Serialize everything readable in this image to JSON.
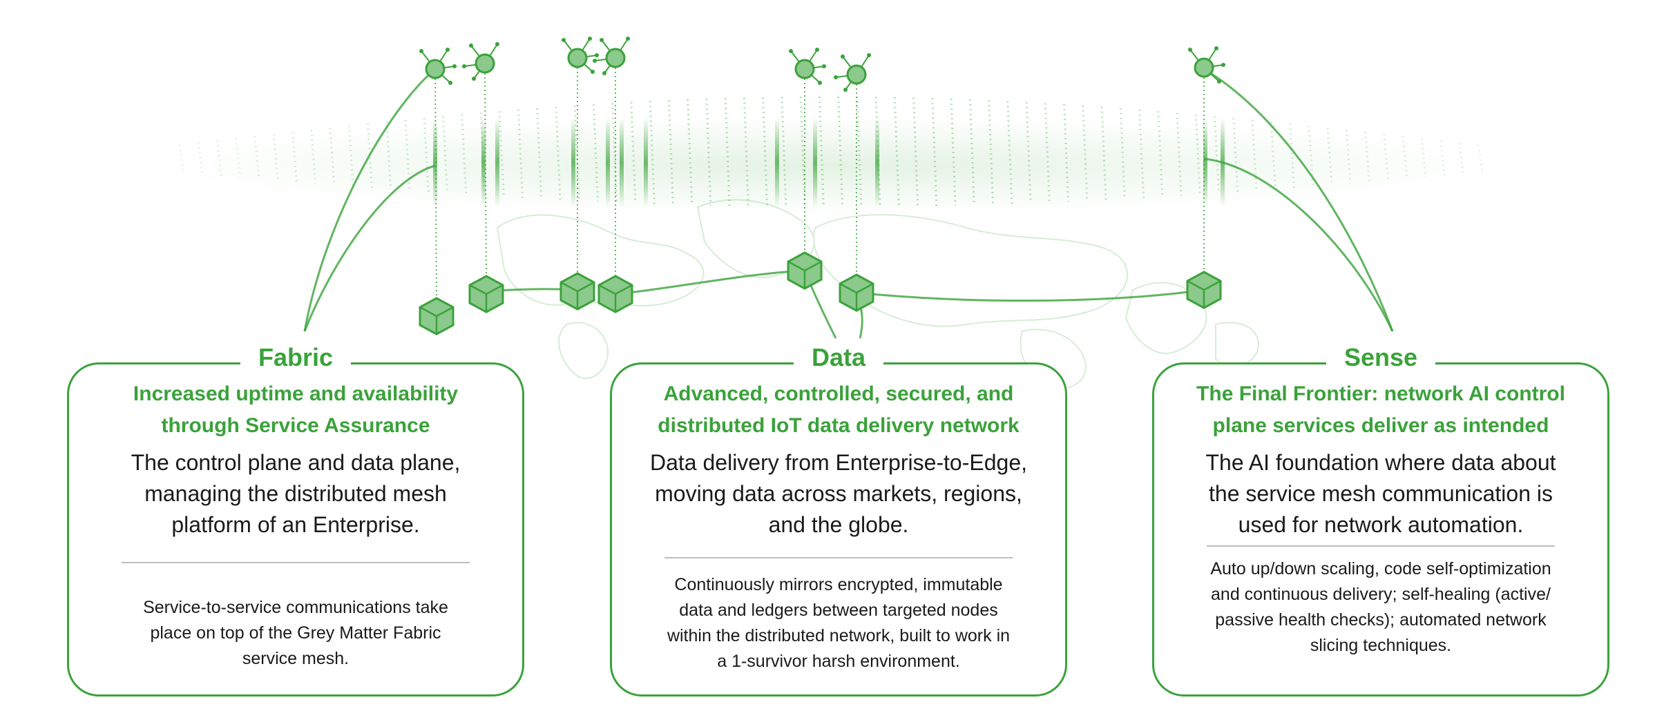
{
  "colors": {
    "accent": "#3aa23a",
    "accent_light": "#8fcf8f",
    "node_fill": "#8cc98c",
    "map_line": "#d7ecd7",
    "text": "#1a1a1a",
    "rule": "#bdbdbd"
  },
  "diagram": {
    "node_icon": "sensor-node-icon",
    "cube_icon": "data-cube-icon"
  },
  "cards": [
    {
      "title": "Fabric",
      "subtitle_lines": [
        "Increased uptime and availability",
        "through Service Assurance"
      ],
      "description_lines": [
        "The control plane and data plane,",
        "managing the distributed mesh",
        "platform of an Enterprise."
      ],
      "note_lines": [
        "Service-to-service communications take",
        "place on top of the Grey Matter Fabric",
        "service mesh."
      ]
    },
    {
      "title": "Data",
      "subtitle_lines": [
        "Advanced, controlled, secured, and",
        "distributed IoT data delivery network"
      ],
      "description_lines": [
        "Data delivery from Enterprise-to-Edge,",
        "moving data across markets, regions,",
        "and the globe."
      ],
      "note_lines": [
        "Continuously mirrors encrypted, immutable",
        "data and ledgers between targeted nodes",
        "within the distributed network, built to work in",
        "a 1-survivor harsh environment."
      ]
    },
    {
      "title": "Sense",
      "subtitle_lines": [
        "The Final Frontier: network AI control",
        "plane services deliver as intended"
      ],
      "description_lines": [
        "The AI foundation where data about",
        "the service mesh communication is",
        "used for network automation."
      ],
      "note_lines": [
        "Auto up/down scaling, code self-optimization",
        "and continuous delivery; self-healing (active/",
        "passive health checks); automated network",
        "slicing techniques."
      ]
    }
  ]
}
